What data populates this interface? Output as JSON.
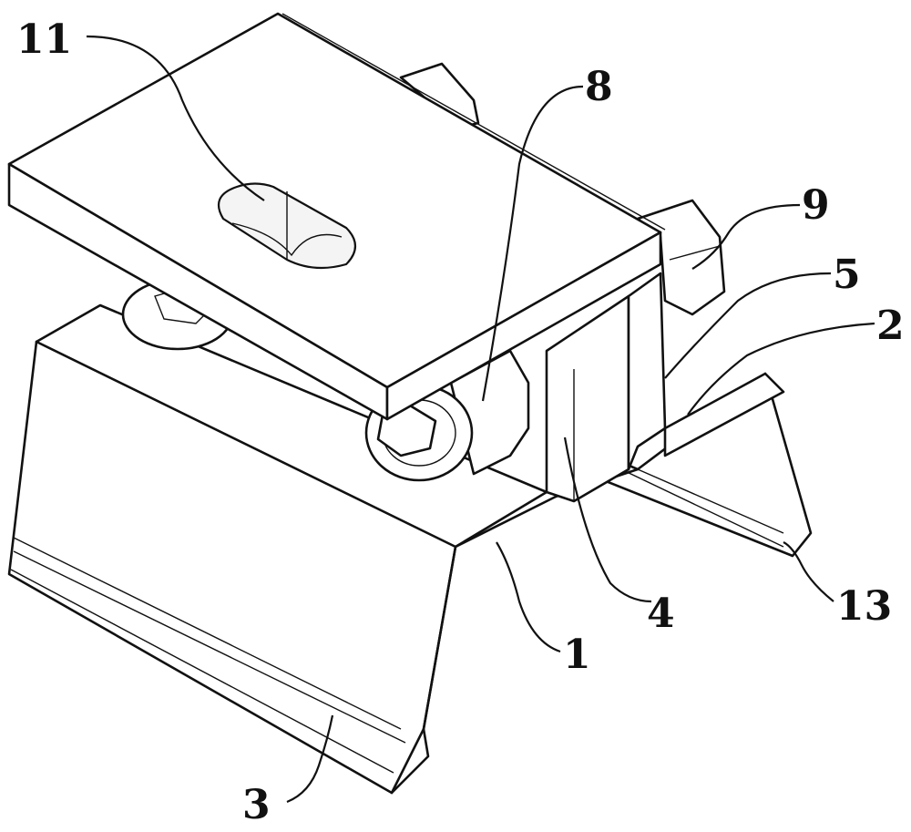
{
  "figure": {
    "callouts": [
      {
        "id": "11",
        "text": "11"
      },
      {
        "id": "8",
        "text": "8"
      },
      {
        "id": "9",
        "text": "9"
      },
      {
        "id": "5",
        "text": "5"
      },
      {
        "id": "2",
        "text": "2"
      },
      {
        "id": "13",
        "text": "13"
      },
      {
        "id": "4",
        "text": "4"
      },
      {
        "id": "1",
        "text": "1"
      },
      {
        "id": "3",
        "text": "3"
      }
    ]
  }
}
